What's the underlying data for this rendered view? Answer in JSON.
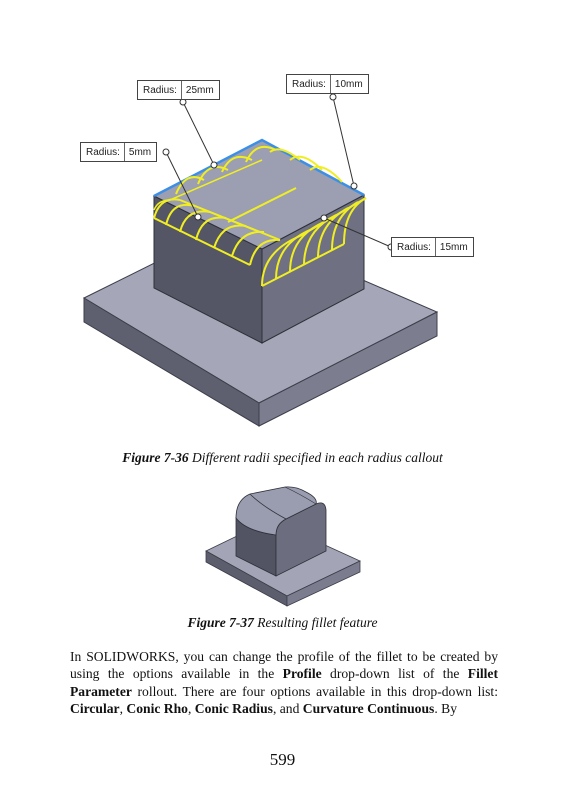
{
  "figure1": {
    "callouts": [
      {
        "label": "Radius:",
        "value": "25mm"
      },
      {
        "label": "Radius:",
        "value": "10mm"
      },
      {
        "label": "Radius:",
        "value": "5mm"
      },
      {
        "label": "Radius:",
        "value": "15mm"
      }
    ],
    "caption_num": "Figure 7-36",
    "caption_text": "Different radii specified in each radius callout"
  },
  "figure2": {
    "caption_num": "Figure 7-37",
    "caption_text": "Resulting fillet feature"
  },
  "paragraph": {
    "t1": "In SOLIDWORKS, you can change the profile of the fillet to be created by using the options available in the ",
    "b1": "Profile",
    "t2": " drop-down list of the ",
    "b2": "Fillet Parameter",
    "t3": " rollout. There are four options available in this drop-down list: ",
    "b3": "Circular",
    "t4": ", ",
    "b4": "Conic Rho",
    "t5": ", ",
    "b5": "Conic Radius",
    "t6": ", and ",
    "b6": "Curvature Continuous",
    "t7": ". By"
  },
  "page_number": "599",
  "colors": {
    "model_top": "#a7a9b9",
    "model_dark": "#4f5160",
    "model_mid": "#757789",
    "edge_highlight": "#3d8fe6",
    "fillet_preview": "#f0ee22"
  }
}
